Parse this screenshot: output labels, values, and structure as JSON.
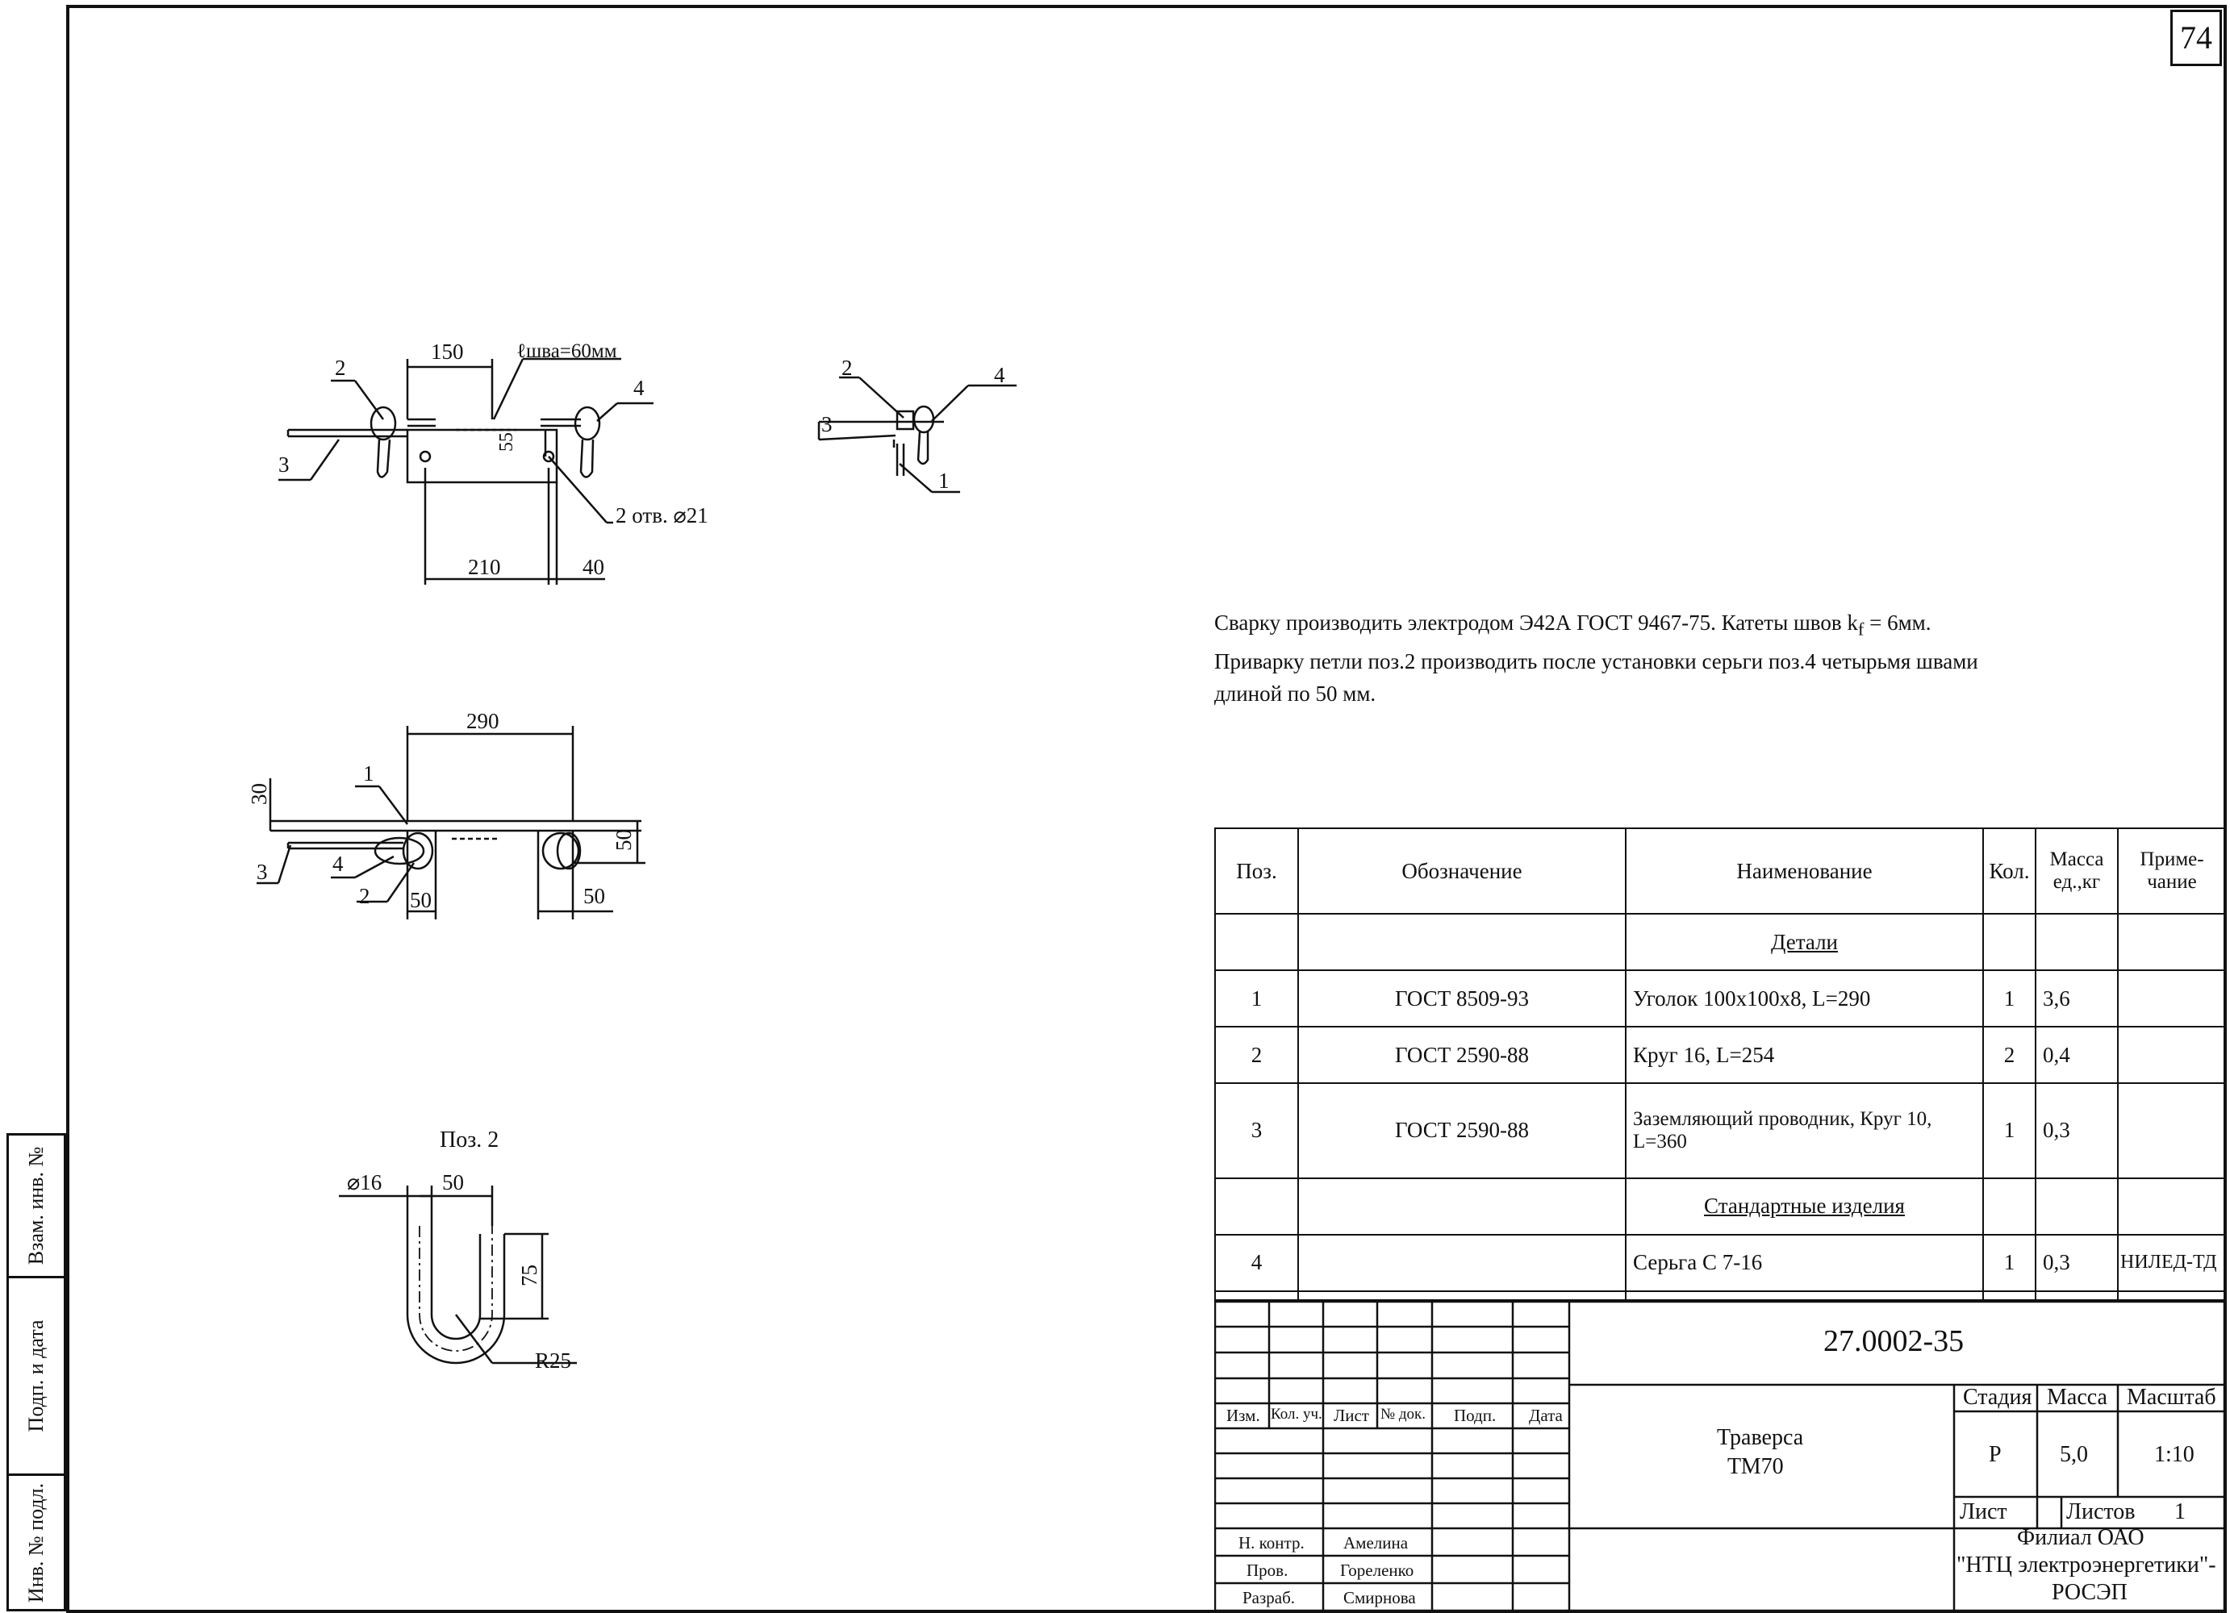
{
  "sheet_number": "74",
  "sidebar": {
    "top_label": "Взам. инв. №",
    "mid_label": "Подп. и дата",
    "bottom_label": "Инв. № подл."
  },
  "views": {
    "top": {
      "labels": {
        "p2": "2",
        "p3": "3",
        "p4": "4"
      },
      "dims": {
        "d150": "150",
        "l_shva": "ℓшва=60мм",
        "d55": "55",
        "holes": "2 отв. ⌀21",
        "d210": "210",
        "d40": "40"
      }
    },
    "side": {
      "labels": {
        "p1": "1",
        "p2": "2",
        "p3": "3",
        "p4": "4"
      }
    },
    "front": {
      "labels": {
        "p1": "1",
        "p2": "2",
        "p3": "3",
        "p4": "4"
      },
      "dims": {
        "d290": "290",
        "d30": "30",
        "d50_right": "50",
        "d50_bottom_left": "50",
        "d50_bottom_right": "50"
      }
    },
    "poz2": {
      "title": "Поз. 2",
      "dims": {
        "dia": "⌀16",
        "d50": "50",
        "d75": "75",
        "r25": "R25"
      }
    }
  },
  "notes": {
    "line1": "Сварку производить электродом Э42А ГОСТ 9467-75.  Катеты швов k",
    "line1_sub": "f",
    "line1_end": " = 6мм.",
    "line2": "Приварку петли поз.2 производить после установки серьги поз.4 четырьмя швами",
    "line3": "длиной по 50 мм."
  },
  "spec_table": {
    "headers": {
      "pos": "Поз.",
      "designation": "Обозначение",
      "name": "Наименование",
      "qty": "Кол.",
      "mass": "Масса ед.,кг",
      "note": "Приме- чание"
    },
    "section_parts": "Детали",
    "section_standard": "Стандартные изделия",
    "rows": [
      {
        "pos": "1",
        "designation": "ГОСТ 8509-93",
        "name": "Уголок 100х100х8, L=290",
        "qty": "1",
        "mass": "3,6",
        "note": ""
      },
      {
        "pos": "2",
        "designation": "ГОСТ 2590-88",
        "name": "Круг 16, L=254",
        "qty": "2",
        "mass": "0,4",
        "note": ""
      },
      {
        "pos": "3",
        "designation": "ГОСТ 2590-88",
        "name": "Заземляющий проводник, Круг 10,  L=360",
        "qty": "1",
        "mass": "0,3",
        "note": ""
      },
      {
        "pos": "4",
        "designation": "",
        "name": "Серьга С 7-16",
        "qty": "1",
        "mass": "0,3",
        "note": "НИЛЕД-ТД"
      }
    ]
  },
  "title_block": {
    "doc_number": "27.0002-35",
    "title_line1": "Траверса",
    "title_line2": "ТМ70",
    "col_headers": {
      "izm": "Изм.",
      "kol": "Кол. уч.",
      "list": "Лист",
      "ndok": "№ док.",
      "podp": "Подп.",
      "data": "Дата"
    },
    "roles": [
      {
        "role": "Н. контр.",
        "name": "Амелина"
      },
      {
        "role": "Пров.",
        "name": "Гореленко"
      },
      {
        "role": "Разраб.",
        "name": "Смирнова"
      }
    ],
    "stage_label": "Стадия",
    "mass_label": "Масса",
    "scale_label": "Масштаб",
    "stage": "Р",
    "mass": "5,0",
    "scale": "1:10",
    "sheet_label": "Лист",
    "sheets_label": "Листов",
    "sheets": "1",
    "org_line1": "Филиал ОАО",
    "org_line2": "\"НТЦ электроэнергетики\"-",
    "org_line3": "РОСЭП"
  }
}
